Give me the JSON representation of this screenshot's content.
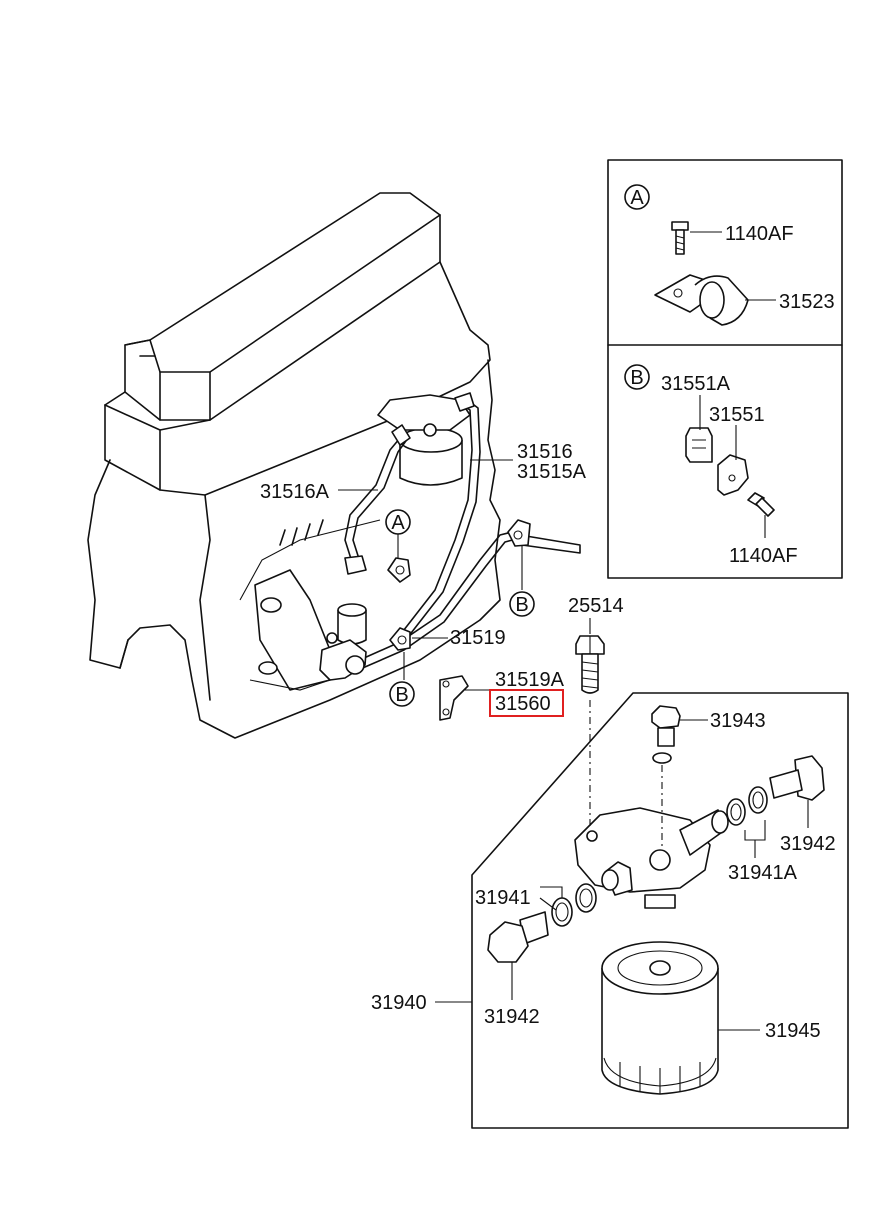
{
  "callouts": {
    "part_1140AF_a": "1140AF",
    "part_31523": "31523",
    "part_31551A": "31551A",
    "part_31551": "31551",
    "part_1140AF_b": "1140AF",
    "part_31516": "31516",
    "part_31515A": "31515A",
    "part_31516A": "31516A",
    "part_31519": "31519",
    "part_31519A": "31519A",
    "part_31560": "31560",
    "part_25514": "25514",
    "part_31943": "31943",
    "part_31942_a": "31942",
    "part_31941A": "31941A",
    "part_31941": "31941",
    "part_31940": "31940",
    "part_31942_b": "31942",
    "part_31945": "31945"
  },
  "markers": {
    "detail_a": "A",
    "detail_b": "B",
    "engine_a": "A",
    "engine_b_upper": "B",
    "engine_b_lower": "B"
  },
  "highlighted_part": "31560",
  "colors": {
    "line": "#111111",
    "highlight": "#e02020",
    "background": "#ffffff"
  }
}
